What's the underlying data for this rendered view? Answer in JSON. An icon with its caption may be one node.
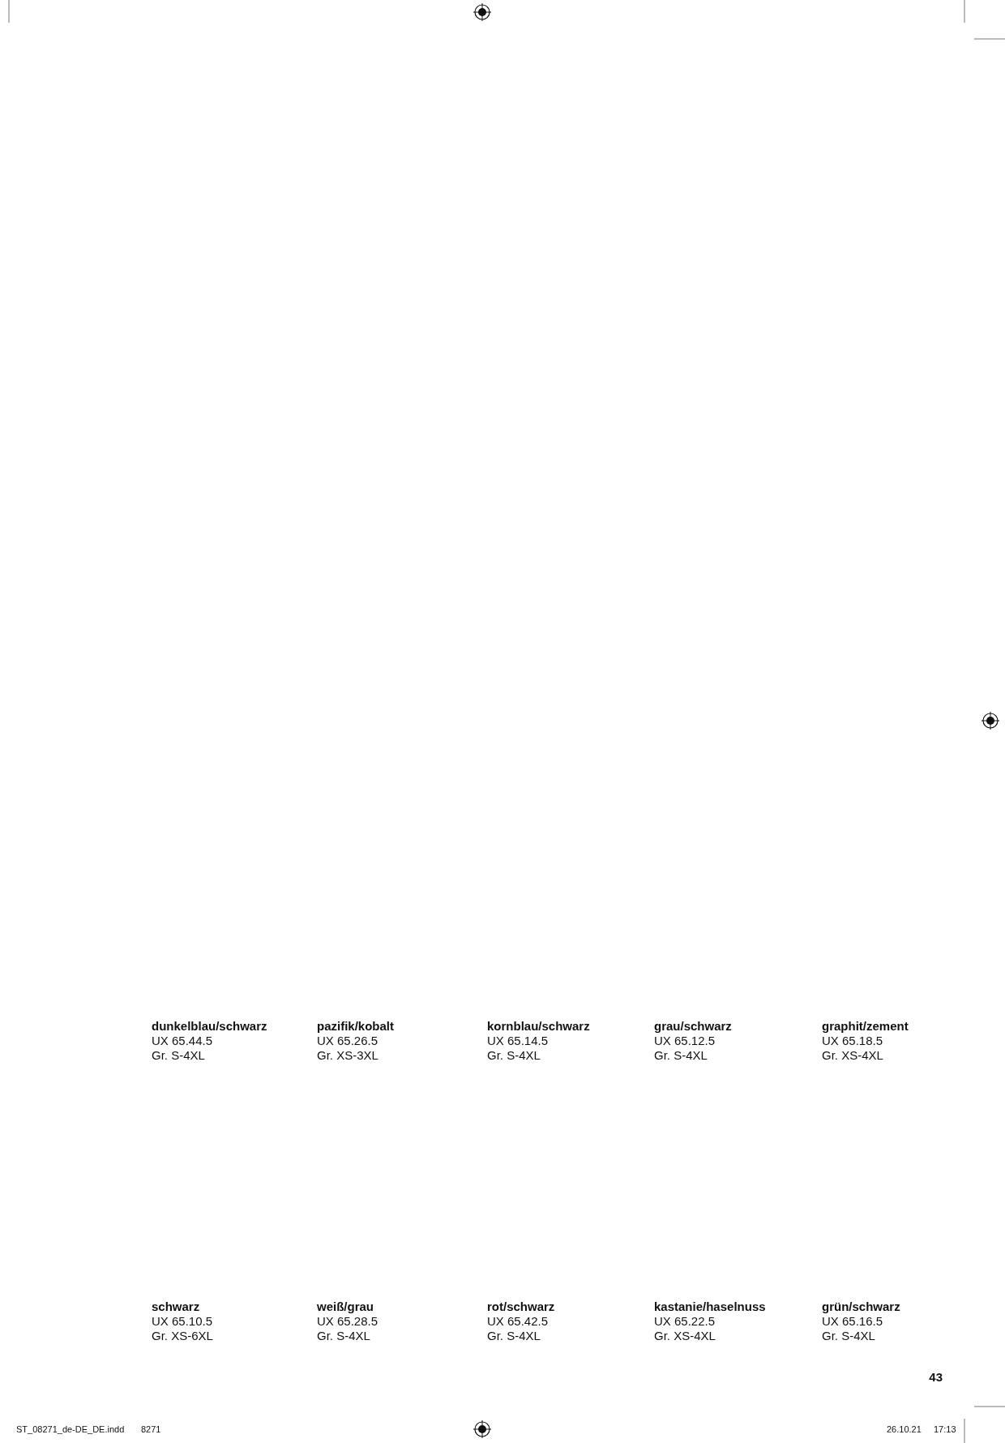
{
  "diagram": {
    "labels": [
      "dunkelblau/schwarz",
      "UX 65.44.5",
      "Gr. S-4XL",
      "pazifik/kobalt",
      "UX 65.26.5",
      "Gr. XS-3XL",
      "kornblau/schwarz",
      "UX 65.14.5",
      "Gr. S-4XL",
      "grau/schwarz",
      "UX 65.12.5",
      "Gr. S-4XL",
      "graphit/zement",
      "UX 65.18.5",
      "Gr. XS-4XL",
      "schwarz",
      "UX 65.10.5",
      "Gr. XS-6XL",
      "weiß/grau",
      "UX 65.28.5",
      "Gr. S-4XL",
      "rot/schwarz",
      "UX 65.42.5",
      "Gr. S-4XL",
      "kastanie/haselnuss",
      "UX 65.22.5",
      "Gr. XS-4XL",
      "grün/schwarz",
      "UX 65.16.5",
      "Gr. S-4XL",
      "43",
      "ST_08271_de-DE_DE.indd",
      "8271",
      "26.10.21",
      "17:13"
    ]
  }
}
